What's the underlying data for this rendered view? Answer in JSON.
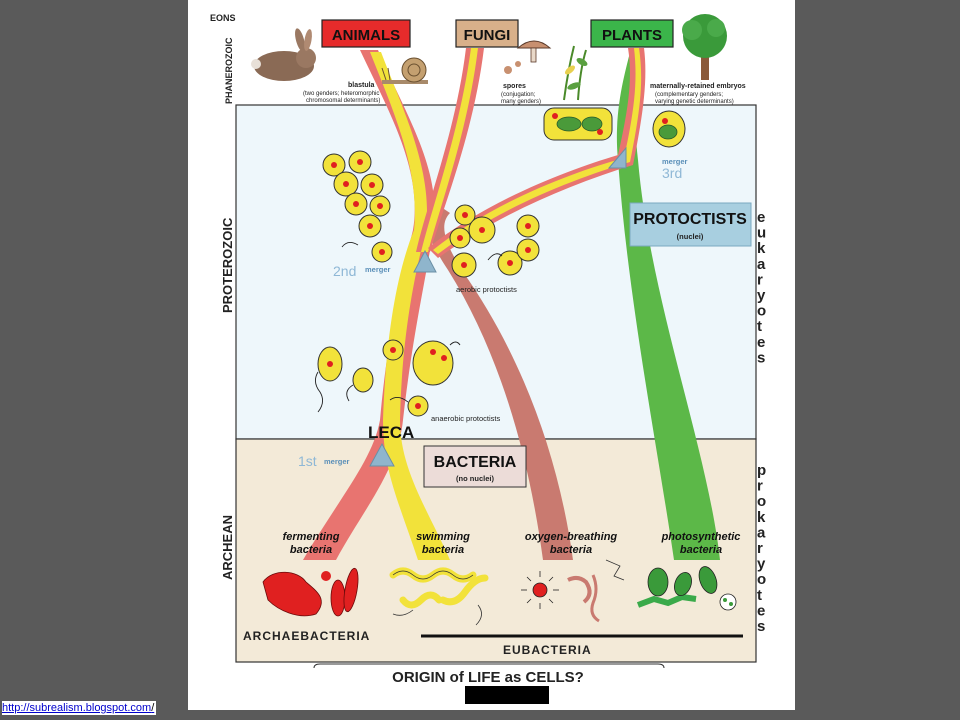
{
  "eon_header": "EONS",
  "eons": {
    "phanerozoic": "PHANEROZOIC",
    "proterozoic": "PROTEROZOIC",
    "archean": "ARCHEAN"
  },
  "kingdoms": {
    "animals": "ANIMALS",
    "fungi": "FUNGI",
    "plants": "PLANTS"
  },
  "notes": {
    "blastula_title": "blastula",
    "blastula_detail_1": "(two genders; heteromorphic",
    "blastula_detail_2": "chromosomal determinants)",
    "spores_title": "spores",
    "spores_detail_1": "(conjugation;",
    "spores_detail_2": "many genders)",
    "embryos_title": "maternally-retained embryos",
    "embryos_detail_1": "(complementary genders;",
    "embryos_detail_2": "varying genetic determinants)"
  },
  "mergers": {
    "first_num": "1st",
    "second_num": "2nd",
    "third_num": "3rd",
    "merger_word": "merger"
  },
  "protoctists_box": {
    "title": "PROTOCTISTS",
    "subtitle": "(nuclei)"
  },
  "bacteria_box": {
    "title": "BACTERIA",
    "subtitle": "(no nuclei)"
  },
  "labels": {
    "leca": "LECA",
    "aerobic": "aerobic protoctists",
    "anaerobic": "anaerobic protoctists"
  },
  "bacteria_groups": [
    {
      "line1": "fermenting",
      "line2": "bacteria"
    },
    {
      "line1": "swimming",
      "line2": "bacteria"
    },
    {
      "line1": "oxygen-breathing",
      "line2": "bacteria"
    },
    {
      "line1": "photosynthetic",
      "line2": "bacteria"
    }
  ],
  "domains": {
    "archaebacteria": "ARCHAEBACTERIA",
    "eubacteria": "EUBACTERIA"
  },
  "side_labels": {
    "eukaryotes": "eukaryotes",
    "prokaryotes": "prokaryotes"
  },
  "caption": "ORIGIN of LIFE as CELLS?",
  "source_url": "http://subrealism.blogspot.com",
  "source_url_suffix": "/",
  "colors": {
    "animal_branch": "#e87470",
    "swimming_branch": "#f2e23a",
    "oxygen_branch": "#c97a70",
    "plant_branch": "#5cb848",
    "proterozoic_bg": "#eef7fb",
    "archean_bg": "#f3ead8",
    "merger_triangle": "#8fb5cc",
    "merger_text": "#8fb8d6"
  }
}
